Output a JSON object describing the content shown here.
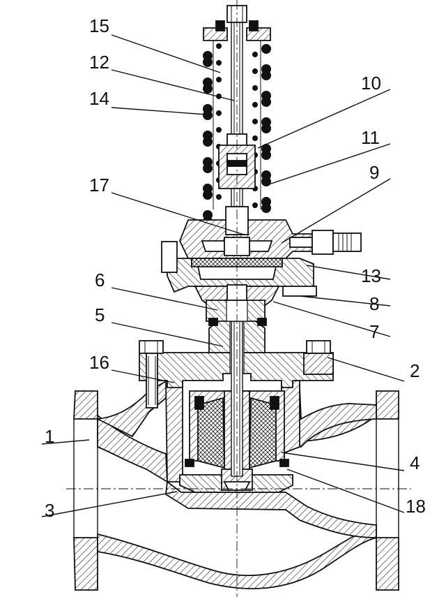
{
  "diagram": {
    "callouts": [
      {
        "id": "15",
        "text": "15"
      },
      {
        "id": "12",
        "text": "12"
      },
      {
        "id": "14",
        "text": "14"
      },
      {
        "id": "10",
        "text": "10"
      },
      {
        "id": "11",
        "text": "11"
      },
      {
        "id": "9",
        "text": "9"
      },
      {
        "id": "17",
        "text": "17"
      },
      {
        "id": "13",
        "text": "13"
      },
      {
        "id": "6",
        "text": "6"
      },
      {
        "id": "8",
        "text": "8"
      },
      {
        "id": "5",
        "text": "5"
      },
      {
        "id": "7",
        "text": "7"
      },
      {
        "id": "16",
        "text": "16"
      },
      {
        "id": "2",
        "text": "2"
      },
      {
        "id": "1",
        "text": "1"
      },
      {
        "id": "4",
        "text": "4"
      },
      {
        "id": "3",
        "text": "3"
      },
      {
        "id": "18",
        "text": "18"
      }
    ]
  },
  "colors": {
    "line": "#111111",
    "background": "#ffffff"
  }
}
